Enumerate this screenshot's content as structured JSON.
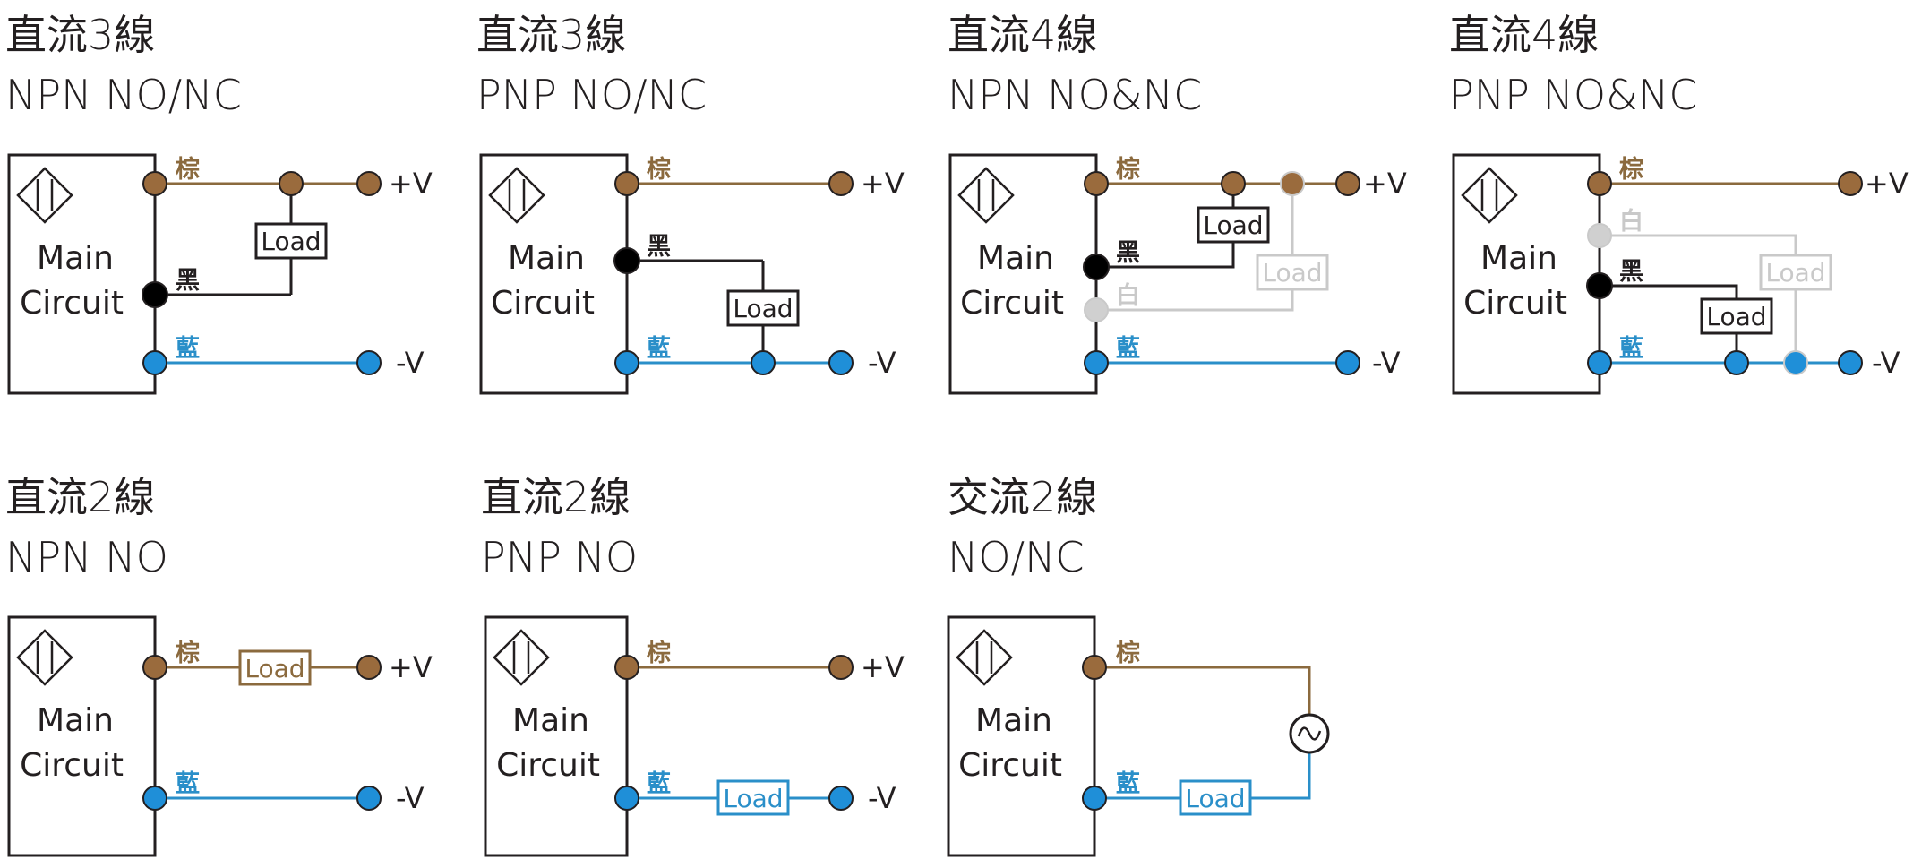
{
  "labels": {
    "main_line1": "Main",
    "main_line2": "Circuit",
    "load": "Load",
    "brown": "棕",
    "blue": "藍",
    "black": "黑",
    "white": "白",
    "plus_v": "+V",
    "minus_v": "-V"
  },
  "colors": {
    "brown": "#8b6a3e",
    "brown_dot": "#9a6b3d",
    "blue": "#2a8fc9",
    "blue_dot": "#1f8fd8",
    "black": "#231f20",
    "gray": "#c9c9c9",
    "gray_dot": "#d0d0d0"
  },
  "diagrams": [
    {
      "id": "dc3-npn",
      "title_line1": "直流3線",
      "title_line2": "NPN NO/NC"
    },
    {
      "id": "dc3-pnp",
      "title_line1": "直流3線",
      "title_line2": "PNP NO/NC"
    },
    {
      "id": "dc4-npn",
      "title_line1": "直流4線",
      "title_line2": "NPN NO&NC"
    },
    {
      "id": "dc4-pnp",
      "title_line1": "直流4線",
      "title_line2": "PNP NO&NC"
    },
    {
      "id": "dc2-npn",
      "title_line1": "直流2線",
      "title_line2": "NPN NO"
    },
    {
      "id": "dc2-pnp",
      "title_line1": "直流2線",
      "title_line2": "PNP NO"
    },
    {
      "id": "ac2",
      "title_line1": "交流2線",
      "title_line2": "NO/NC"
    }
  ]
}
